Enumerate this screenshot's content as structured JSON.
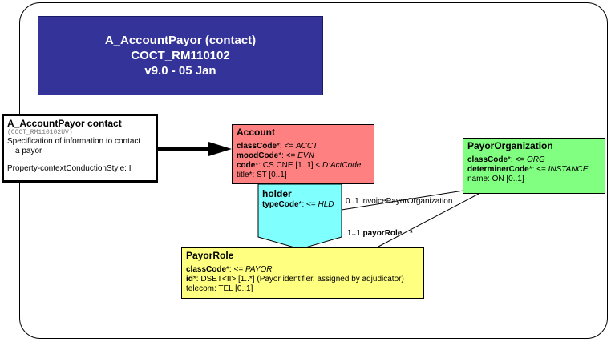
{
  "title": {
    "line1": "A_AccountPayor (contact)",
    "line2": "COCT_RM110102",
    "line3": "v9.0 - 05 Jan"
  },
  "entry_point": {
    "name": "A_AccountPayor contact",
    "id": "(COCT_RM110102UV)",
    "description_line1": "Specification of information to contact",
    "description_line2": "a payor",
    "property": "Property-contextConductionStyle: I"
  },
  "account": {
    "name": "Account",
    "attrs": [
      {
        "name": "classCode",
        "suffix": "*: <= ",
        "value": "ACCT"
      },
      {
        "name": "moodCode",
        "suffix": "*: <= ",
        "value": "EVN"
      },
      {
        "name": "code",
        "suffix": "*: CS CNE [1..1] < ",
        "value": "D:ActCode"
      }
    ],
    "plain_attr": "title*: ST [0..1]"
  },
  "holder": {
    "name": "holder",
    "attr_name": "typeCode",
    "attr_suffix": "*: <= ",
    "attr_value": "HLD"
  },
  "payor_organization": {
    "name": "PayorOrganization",
    "attrs": [
      {
        "name": "classCode",
        "suffix": "*: <= ",
        "value": "ORG"
      },
      {
        "name": "determinerCode",
        "suffix": "*: <= ",
        "value": "INSTANCE"
      }
    ],
    "plain_attr": "name: ON [0..1]"
  },
  "payor_role": {
    "name": "PayorRole",
    "class_name": "classCode",
    "class_suffix": "*: <= ",
    "class_value": "PAYOR",
    "id_name": "id",
    "id_rest": "*: DSET<II> [1..*] (Payor identifier, assigned by adjudicator)",
    "telecom": "telecom: TEL [0..1]"
  },
  "associations": {
    "invoice_payor_org": "0..1 invoicePayorOrganization",
    "payor_role": "1..1 payorRole",
    "payor_role_mult": "*"
  },
  "colors": {
    "title_bg": "#333399",
    "account": "#ff8080",
    "payor_organization": "#80ff80",
    "payor_role": "#ffff80",
    "holder": "#80ffff"
  }
}
